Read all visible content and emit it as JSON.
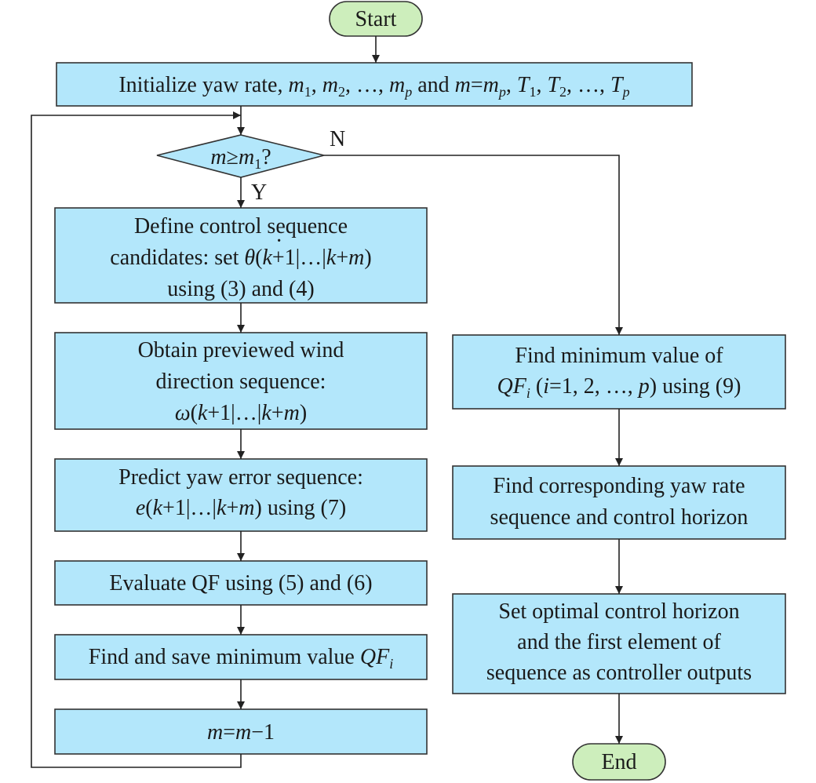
{
  "start": "Start",
  "end": "End",
  "init": {
    "prefix": "Initialize yaw rate, ",
    "m": "m",
    "s1": "1",
    "s2": "2",
    "sp": "p",
    "comma": ", ",
    "ellipsis": "…",
    "and_m": " and ",
    "eq": "=",
    "T": "T"
  },
  "decision": {
    "m": "m",
    "ge": "≥",
    "sub": "1",
    "q": "?",
    "yes": "Y",
    "no": "N"
  },
  "define": {
    "line1": "Define control sequence",
    "line2_a": "candidates: set ",
    "theta": "θ",
    "dot": "·",
    "line2_b": "(",
    "k": "k",
    "plus1": "+1|…|",
    "plusm": "+",
    "m": "m",
    "close": ")",
    "line3": "using (3) and (4)"
  },
  "obtain": {
    "line1": "Obtain previewed wind",
    "line2": "direction sequence:",
    "omega": "ω",
    "open": "(",
    "k": "k",
    "mid": "+1|…|",
    "plus": "+",
    "m": "m",
    "close": ")"
  },
  "predict": {
    "line1": "Predict yaw error sequence:",
    "e": "e",
    "open": "(",
    "k": "k",
    "mid": "+1|…|",
    "plus": "+",
    "m": "m",
    "close": ") using (7)"
  },
  "evaluate": "Evaluate QF using (5) and (6)",
  "save": {
    "text": "Find and save minimum value ",
    "qf": "QF",
    "i": "i"
  },
  "decrement": {
    "m": "m",
    "eq": "=",
    "m2": "m",
    "minus": "−1"
  },
  "find_min": {
    "line1": "Find minimum value of",
    "qf": "QF",
    "i": "i",
    "paren": " (",
    "i2": "i",
    "eq": "=1, 2, …, ",
    "p": "p",
    "close": ") using (9)"
  },
  "find_corr": {
    "line1": "Find corresponding yaw rate",
    "line2": "sequence and control horizon"
  },
  "set_opt": {
    "line1": "Set optimal control horizon",
    "line2": "and the first element of",
    "line3": "sequence as controller outputs"
  }
}
